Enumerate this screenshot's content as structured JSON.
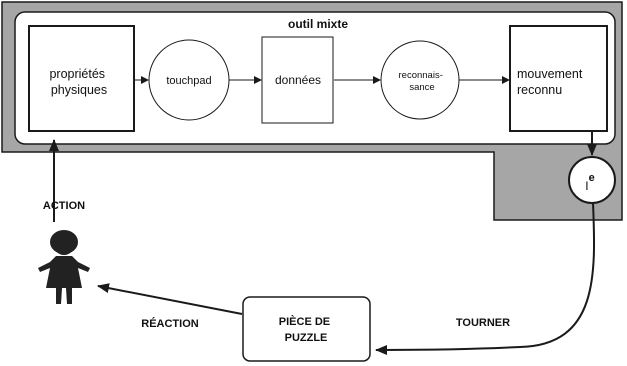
{
  "diagram": {
    "container_title": "outil mixte",
    "nodes": {
      "proprietes": {
        "lines": [
          "propriétés",
          "physiques"
        ]
      },
      "touchpad": {
        "label": "touchpad"
      },
      "donnees": {
        "label": "données"
      },
      "reconnaissance": {
        "lines": [
          "reconnais-",
          "sance"
        ]
      },
      "mouvement": {
        "lines": [
          "mouvement",
          "reconnu"
        ]
      },
      "ie": {
        "base": "I",
        "superscript": "e"
      },
      "piece": {
        "lines": [
          "PIÈCE DE",
          "PUZZLE"
        ]
      }
    },
    "edge_labels": {
      "action": "ACTION",
      "reaction": "RÉACTION",
      "tourner": "TOURNER"
    },
    "colors": {
      "panel_gray": "#a6a6a6",
      "stroke": "#1a1a1a",
      "fill": "#ffffff",
      "figure": "#222222"
    }
  }
}
